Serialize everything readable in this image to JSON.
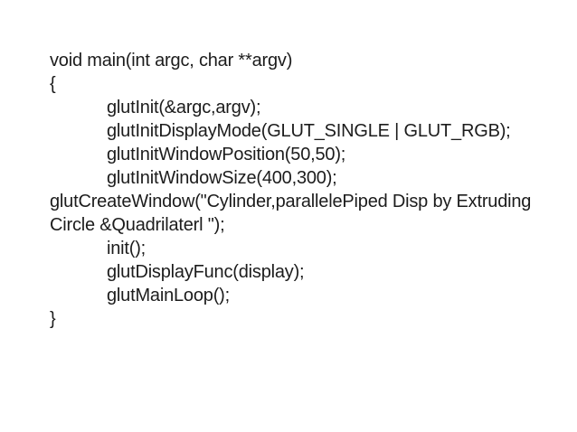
{
  "slide": {
    "background": "#ffffff",
    "text_color": "#1c1c1c",
    "code_lines": [
      {
        "indent": 0,
        "text": "void main(int argc, char **argv)"
      },
      {
        "indent": 0,
        "text": "{"
      },
      {
        "indent": 1,
        "text": "glutInit(&argc,argv);"
      },
      {
        "indent": 1,
        "text": "glutInitDisplayMode(GLUT_SINGLE | GLUT_RGB);"
      },
      {
        "indent": 1,
        "text": "glutInitWindowPosition(50,50);"
      },
      {
        "indent": 1,
        "text": "glutInitWindowSize(400,300);"
      },
      {
        "indent": 0,
        "text": "glutCreateWindow(\"Cylinder,parallelePiped Disp by Extruding"
      },
      {
        "indent": 0,
        "text": "Circle &Quadrilaterl \");"
      },
      {
        "indent": 1,
        "text": "init();"
      },
      {
        "indent": 1,
        "text": "glutDisplayFunc(display);"
      },
      {
        "indent": 1,
        "text": "glutMainLoop();"
      },
      {
        "indent": 0,
        "text": "}"
      }
    ]
  }
}
